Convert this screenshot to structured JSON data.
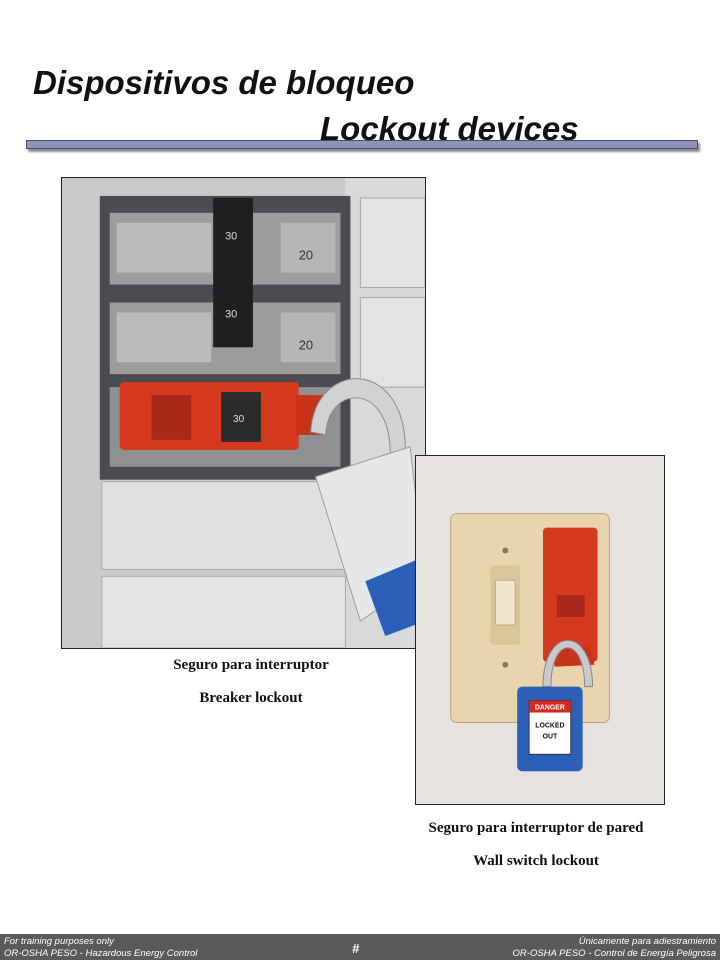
{
  "slide": {
    "title_line1": "Dispositivos de bloqueo",
    "title_line2": "Lockout devices"
  },
  "breaker": {
    "caption_es": "Seguro para interruptor",
    "caption_en": "Breaker lockout",
    "labels": {
      "rating_top": "30",
      "rating_mid": "30",
      "rating_lock": "30",
      "side_a": "20",
      "side_b": "20"
    }
  },
  "wall_switch": {
    "caption_es": "Seguro para interruptor de pared",
    "caption_en": "Wall switch lockout",
    "tag_top": "DANGER",
    "tag_line1": "LOCKED",
    "tag_line2": "OUT"
  },
  "footer": {
    "left_line1": "For training purposes only",
    "left_line2": "OR-OSHA PESO - Hazardous Energy Control",
    "page_number": "#",
    "right_line1": "Únicamente para adiestramiento",
    "right_line2": "OR-OSHA PESO - Control de Energía Peligrosa"
  },
  "colors": {
    "lock_red": "#d63a1e",
    "padlock_blue": "#2c5fb8",
    "footer_bg": "#5a5a5a",
    "title_rule": "#8f93b8"
  }
}
